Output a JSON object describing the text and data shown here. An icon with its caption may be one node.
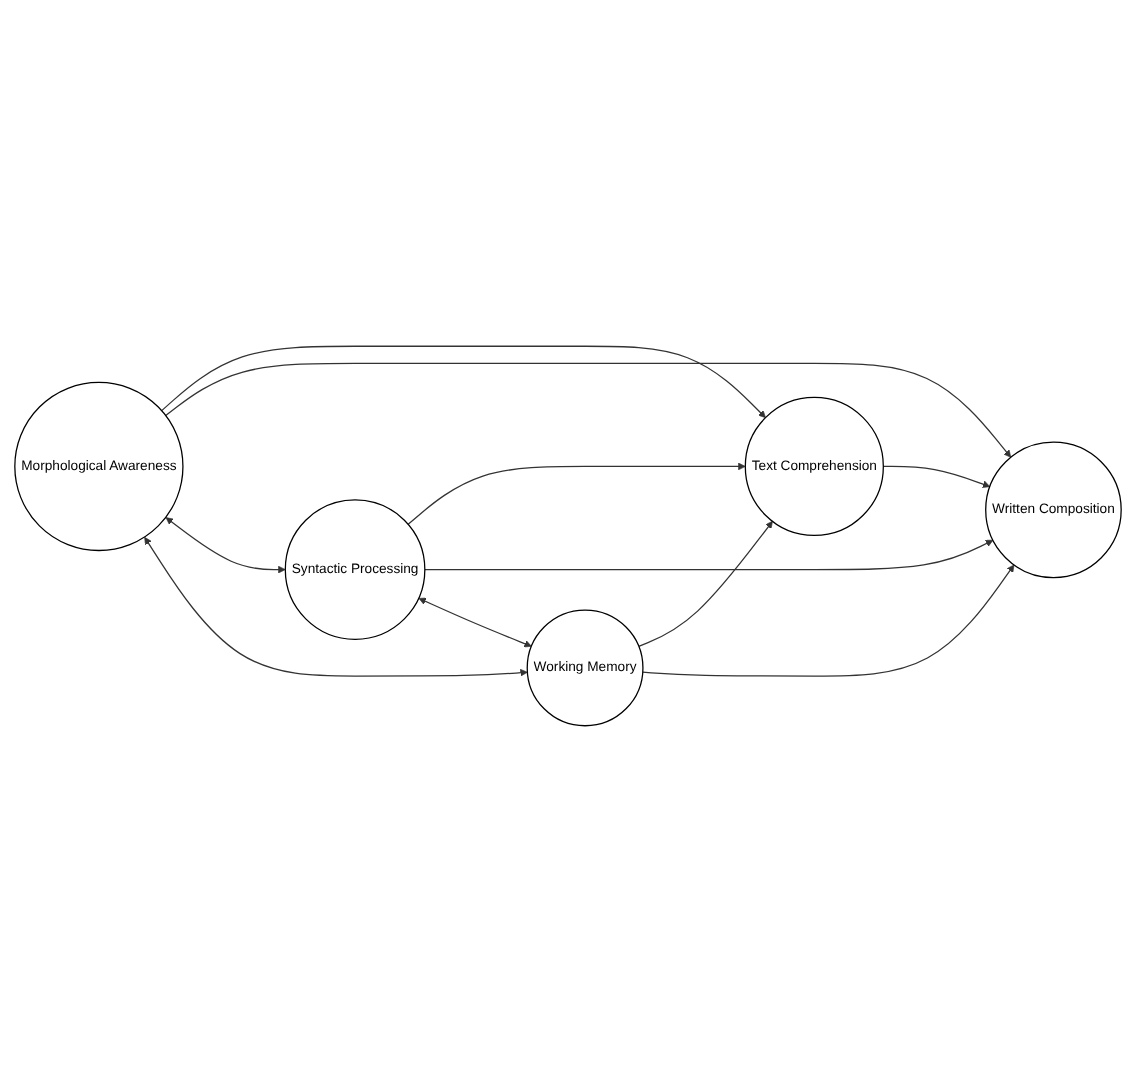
{
  "diagram": {
    "nodes": [
      {
        "text": [
          "Morphological Awareness"
        ]
      },
      {
        "text": [
          "Text Comprehension"
        ]
      },
      {
        "text": [
          "Syntactic Processing"
        ]
      },
      {
        "text": [
          "Working Memory"
        ]
      },
      {
        "text": [
          "Written Composition"
        ]
      }
    ],
    "edges": [
      {
        "from": 0,
        "to": 1,
        "arrow": "to"
      },
      {
        "from": 0,
        "to": 4,
        "arrow": "to"
      },
      {
        "from": 0,
        "to": 2,
        "arrow": "both"
      },
      {
        "from": 0,
        "to": 3,
        "arrow": "both"
      },
      {
        "from": 2,
        "to": 1,
        "arrow": "to"
      },
      {
        "from": 2,
        "to": 4,
        "arrow": "to"
      },
      {
        "from": 2,
        "to": 3,
        "arrow": "both"
      },
      {
        "from": 3,
        "to": 1,
        "arrow": "to"
      },
      {
        "from": 3,
        "to": 4,
        "arrow": "to"
      },
      {
        "from": 1,
        "to": 4,
        "arrow": "to"
      }
    ]
  }
}
